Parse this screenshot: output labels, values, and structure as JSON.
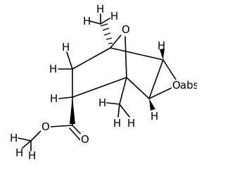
{
  "molecule": {
    "atoms": {
      "H": "H",
      "O": "O",
      "abs": "abs"
    },
    "colors": {
      "bond": "#000000",
      "background": "#ffffff"
    }
  }
}
